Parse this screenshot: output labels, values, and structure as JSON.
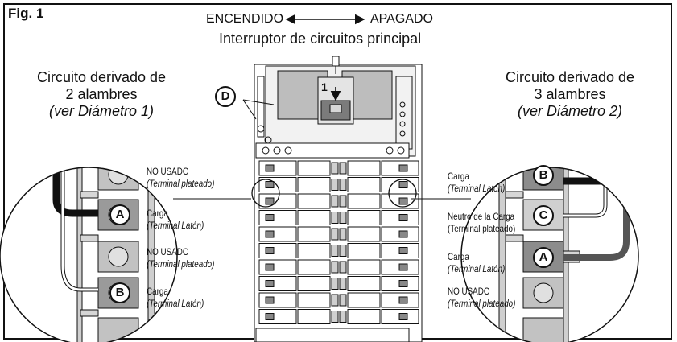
{
  "figure": {
    "label": "Fig. 1"
  },
  "header": {
    "on_label": "ENCENDIDO",
    "off_label": "APAGADO",
    "main_breaker_label": "Interruptor de circuitos principal",
    "step_number": "1"
  },
  "left_circuit": {
    "title_line1": "Circuito derivado de",
    "title_line2": "2 alambres",
    "title_line3": "(ver Diámetro 1)"
  },
  "right_circuit": {
    "title_line1": "Circuito derivado de",
    "title_line2": "3 alambres",
    "title_line3": "(ver Diámetro 2)"
  },
  "callouts": {
    "d": "D",
    "a": "A",
    "b": "B",
    "c": "C"
  },
  "left_labels": [
    {
      "main": "NO USADO",
      "sub": "(Terminal plateado)"
    },
    {
      "main": "Carga",
      "sub": "(Terminal Latón)"
    },
    {
      "main": "NO USADO",
      "sub": "(Terminal plateado)"
    },
    {
      "main": "Carga",
      "sub": "(Terminal Latón)"
    }
  ],
  "right_labels": [
    {
      "main": "Carga",
      "sub": "(Terminal Latón)"
    },
    {
      "main": "Neutro de la Carga",
      "sub": "(Terminal plateado)"
    },
    {
      "main": "Carga",
      "sub": "(Terminal Latón)"
    },
    {
      "main": "NO USADO",
      "sub": "(Terminal plateado)"
    }
  ],
  "colors": {
    "line": "#111111",
    "panel_gray": "#b9b9b9",
    "breaker_dark": "#5a5a5a",
    "terminal_gray": "#8c8c8c"
  }
}
